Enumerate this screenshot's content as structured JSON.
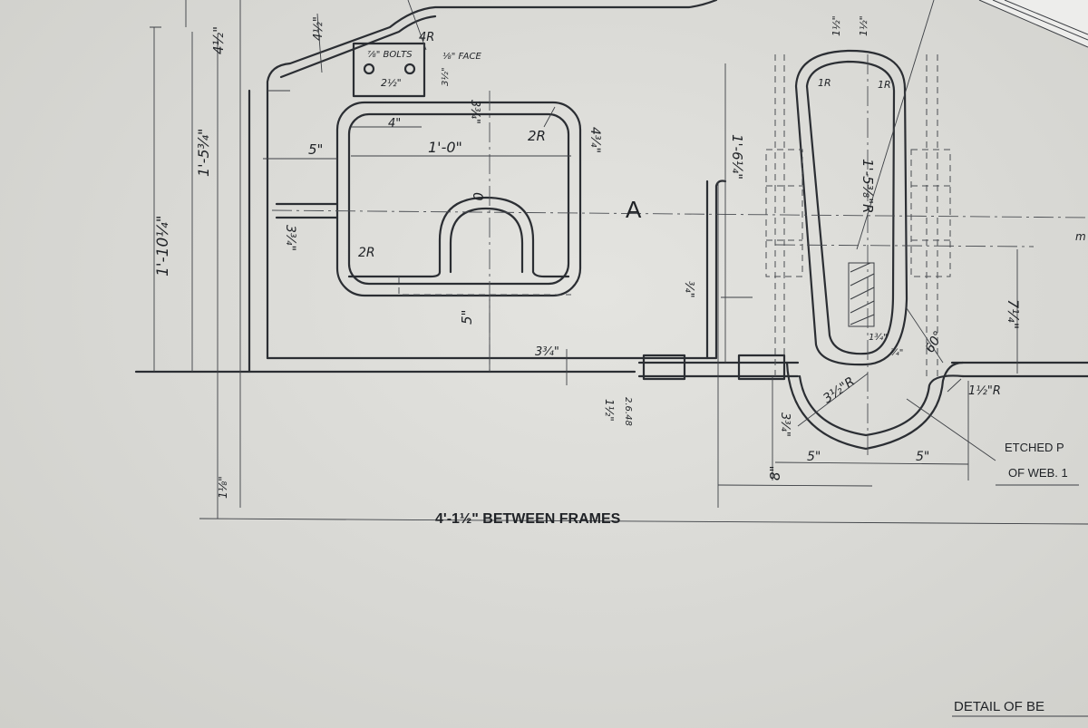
{
  "labels": {
    "d_4_half": "4½\"",
    "d_1_5_3_4": "1'-5¾\"",
    "d_1_10_1_4": "1'-10¼\"",
    "d_4_half_b": "4½\"",
    "d_4r": "4R",
    "d_bolts": "⅞\" BOLTS",
    "d_face": "⅛\" FACE",
    "d_2_half": "2½\"",
    "d_3_half": "3½\"",
    "d_3_3_4": "3¾\"",
    "d_4": "4\"",
    "d_5": "5\"",
    "d_1_0": "1'-0\"",
    "d_2r_top": "2R",
    "d_4_3_4": "4¾\"",
    "d_zero": "0",
    "d_3_3_4_left": "3¾\"",
    "d_2r_left": "2R",
    "d_5_vert": "5\"",
    "d_3_3_4_bottom": "3¾\"",
    "label_a": "A",
    "d_1_6_1_4": "1'-6¼\"",
    "d_3_4": "¾\"",
    "d_1_half_left": "1½\"",
    "d_1_half_right": "1½\"",
    "d_1r_left": "1R",
    "d_1r_right": "1R",
    "d_1_5_3_8r": "1'-5⅜\"R",
    "d_1_3_4": "1¾\"",
    "d_3_4_small": "¾\"",
    "d_60": "60°",
    "d_7_1_4": "7¼\"",
    "d_1_half_r": "1½\"R",
    "d_3_1_2r": "3½\"R",
    "d_3_3_4_lower": "3¾\"",
    "d_5_left": "5\"",
    "d_5_right": "5\"",
    "d_8": "8\"",
    "d_1_1_2": "1½\"",
    "d_scale": "2.6.48",
    "d_1_1_8": "1⅛\"",
    "between_frames": "4'-1½\" BETWEEN FRAMES",
    "etched_1": "ETCHED P",
    "etched_2": "OF WEB. 1",
    "detail": "DETAIL OF BE",
    "edge_m": "m"
  }
}
